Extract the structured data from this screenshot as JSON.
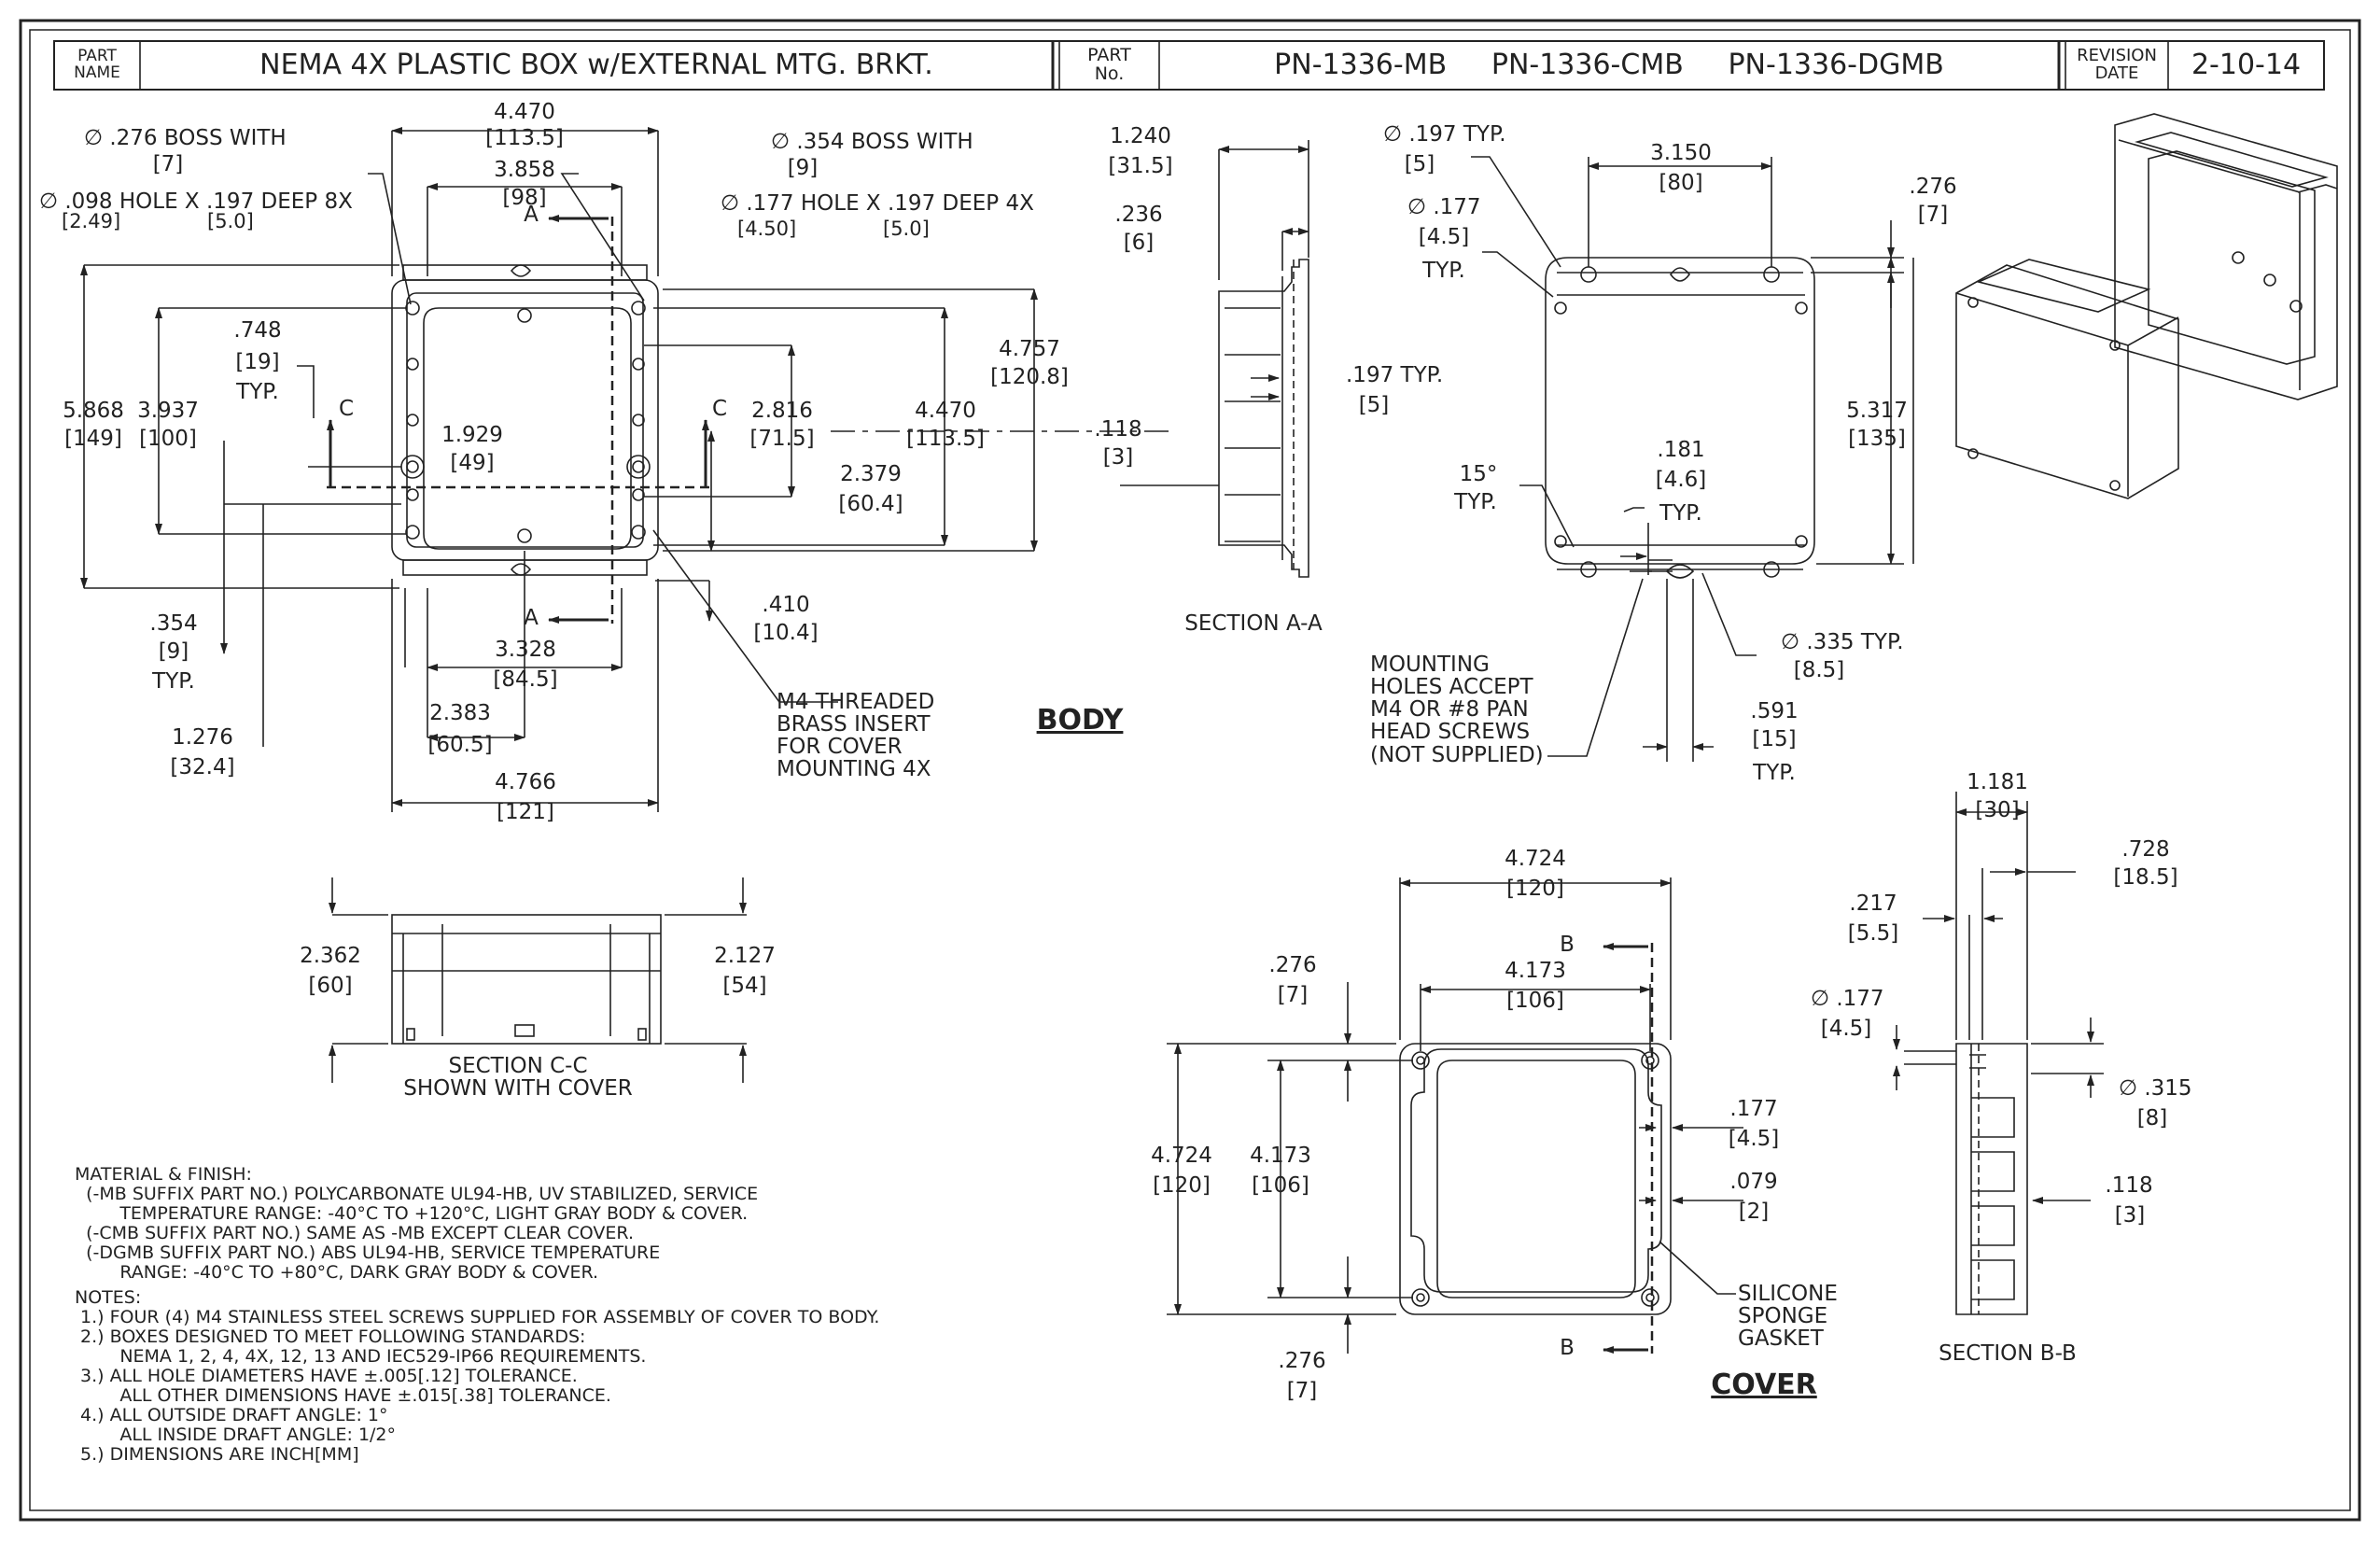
{
  "title_block": {
    "part_name_label": "PART\nNAME",
    "part_name": "NEMA 4X PLASTIC BOX w/EXTERNAL MTG. BRKT.",
    "part_no_label": "PART\nNo.",
    "part_numbers": "PN-1336-MB     PN-1336-CMB     PN-1336-DGMB",
    "revision_label": "REVISION\nDATE",
    "revision_date": "2-10-14"
  },
  "body_plan": {
    "d_4470": "4.470",
    "d_4470_mm": "[113.5]",
    "d_3858": "3.858",
    "d_3858_mm": "[98]",
    "boss276": "∅ .276 BOSS WITH",
    "boss276_mm": "[7]",
    "hole098": "∅ .098 HOLE X .197 DEEP 8X",
    "hole098_mm": "[2.49]",
    "hole098_deep_mm": "[5.0]",
    "boss354": "∅ .354 BOSS WITH",
    "boss354_mm": "[9]",
    "hole177": "∅ .177 HOLE X .197 DEEP 4X",
    "hole177_mm": "[4.50]",
    "hole177_deep_mm": "[5.0]",
    "d_748": ".748",
    "d_748_mm": "[19]",
    "typ_a": "TYP.",
    "d_5868": "5.868",
    "d_5868_mm": "[149]",
    "d_3937": "3.937",
    "d_3937_mm": "[100]",
    "d_1929": "1.929",
    "d_1929_mm": "[49]",
    "d_2816": "2.816",
    "d_2816_mm": "[71.5]",
    "d_4470v": "4.470",
    "d_4470v_mm": "[113.5]",
    "d_4757": "4.757",
    "d_4757_mm": "[120.8]",
    "d_2379": "2.379",
    "d_2379_mm": "[60.4]",
    "d_410": ".410",
    "d_410_mm": "[10.4]",
    "d_354": ".354",
    "d_354_mm": "[9]",
    "typ_b": "TYP.",
    "d_3328": "3.328",
    "d_3328_mm": "[84.5]",
    "d_2383": "2.383",
    "d_2383_mm": "[60.5]",
    "d_1276": "1.276",
    "d_1276_mm": "[32.4]",
    "d_4766": "4.766",
    "d_4766_mm": "[121]",
    "m4_note": "M4 THREADED\nBRASS INSERT\nFOR COVER\nMOUNTING 4X",
    "cut_a": "A",
    "cut_c": "C",
    "body_label": "BODY"
  },
  "section_aa": {
    "d_1240": "1.240",
    "d_1240_mm": "[31.5]",
    "d_236": ".236",
    "d_236_mm": "[6]",
    "d_197": ".197 TYP.",
    "d_197_mm": "[5]",
    "d_118": ".118",
    "d_118_mm": "[3]",
    "label": "SECTION A-A"
  },
  "body_bottom": {
    "d_197typ": "∅ .197 TYP.",
    "d_197typ_mm": "[5]",
    "d_177": "∅ .177",
    "d_177_mm": "[4.5]",
    "typ": "TYP.",
    "d_3150": "3.150",
    "d_3150_mm": "[80]",
    "d_276": ".276",
    "d_276_mm": "[7]",
    "d_5317": "5.317",
    "d_5317_mm": "[135]",
    "d_15deg": "15°",
    "typ15": "TYP.",
    "d_181": ".181",
    "d_181_mm": "[4.6]",
    "typ181": "TYP.",
    "mounting_note": "MOUNTING\nHOLES ACCEPT\nM4 OR #8 PAN\nHEAD SCREWS\n(NOT SUPPLIED)",
    "d_335": "∅ .335 TYP.",
    "d_335_mm": "[8.5]",
    "d_591": ".591",
    "d_591_mm": "[15]",
    "typ591": "TYP."
  },
  "section_cc": {
    "d_2362": "2.362",
    "d_2362_mm": "[60]",
    "d_2127": "2.127",
    "d_2127_mm": "[54]",
    "label": "SECTION C-C\nSHOWN WITH COVER"
  },
  "cover": {
    "d_4724": "4.724",
    "d_4724_mm": "[120]",
    "d_4173": "4.173",
    "d_4173_mm": "[106]",
    "d_276a": ".276",
    "d_276a_mm": "[7]",
    "d_4724v": "4.724",
    "d_4724v_mm": "[120]",
    "d_4173v": "4.173",
    "d_4173v_mm": "[106]",
    "d_177": ".177",
    "d_177_mm": "[4.5]",
    "d_079": ".079",
    "d_079_mm": "[2]",
    "gasket": "SILICONE\nSPONGE\nGASKET",
    "d_276b": ".276",
    "d_276b_mm": "[7]",
    "cut_b": "B",
    "cover_label": "COVER"
  },
  "section_bb": {
    "d_1181": "1.181",
    "d_1181_mm": "[30]",
    "d_728": ".728",
    "d_728_mm": "[18.5]",
    "d_217": ".217",
    "d_217_mm": "[5.5]",
    "d_177": "∅ .177",
    "d_177_mm": "[4.5]",
    "d_315": "∅ .315",
    "d_315_mm": "[8]",
    "d_118": ".118",
    "d_118_mm": "[3]",
    "label": "SECTION B-B"
  },
  "notes": {
    "material": "MATERIAL & FINISH:\n  (-MB SUFFIX PART NO.) POLYCARBONATE UL94-HB, UV STABILIZED, SERVICE\n        TEMPERATURE RANGE: -40°C TO +120°C, LIGHT GRAY BODY & COVER.\n  (-CMB SUFFIX PART NO.) SAME AS -MB EXCEPT CLEAR COVER.\n  (-DGMB SUFFIX PART NO.) ABS UL94-HB, SERVICE TEMPERATURE\n        RANGE: -40°C TO +80°C, DARK GRAY BODY & COVER.",
    "notes": "NOTES:\n 1.) FOUR (4) M4 STAINLESS STEEL SCREWS SUPPLIED FOR ASSEMBLY OF COVER TO BODY.\n 2.) BOXES DESIGNED TO MEET FOLLOWING STANDARDS:\n        NEMA 1, 2, 4, 4X, 12, 13 AND IEC529-IP66 REQUIREMENTS.\n 3.) ALL HOLE DIAMETERS HAVE ±.005[.12] TOLERANCE.\n        ALL OTHER DIMENSIONS HAVE ±.015[.38] TOLERANCE.\n 4.) ALL OUTSIDE DRAFT ANGLE: 1°\n        ALL INSIDE DRAFT ANGLE: 1/2°\n 5.) DIMENSIONS ARE INCH[MM]"
  }
}
